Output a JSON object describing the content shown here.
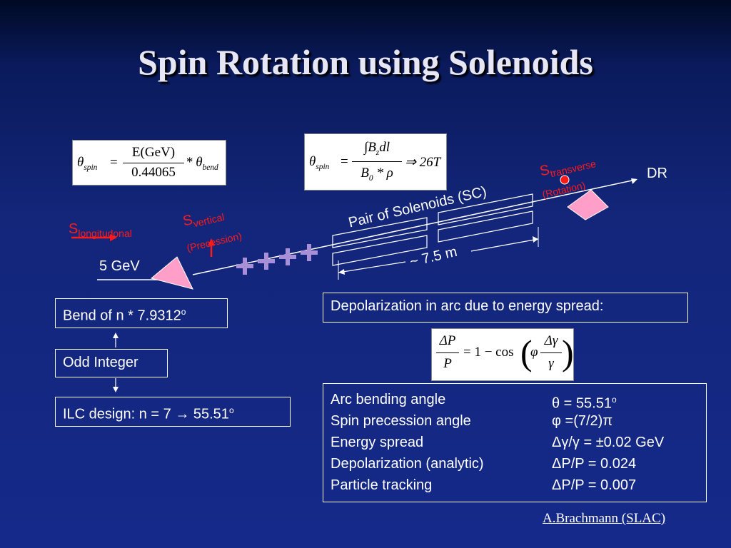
{
  "title": "Spin Rotation using Solenoids",
  "formula1": {
    "lhs": "θ",
    "lhs_sub": "spin",
    "num": "E(GeV)",
    "den": "0.44065",
    "op": "* θ",
    "op_sub": "bend"
  },
  "formula2": {
    "lhs": "θ",
    "lhs_sub": "spin",
    "num": "∫B",
    "num_sub": "z",
    "num_tail": "dl",
    "den": "B",
    "den_sub": "0",
    "den_tail": " * ρ",
    "result": "⇒ 26T"
  },
  "formula3": {
    "num": "ΔP",
    "den": "P",
    "mid": "= 1 − cos",
    "inner_lhs": "φ",
    "inner_num": "Δγ",
    "inner_den": "γ"
  },
  "diagram": {
    "s_longitudinal": "S",
    "s_longitudinal_sub": "longitudonal",
    "energy": "5 GeV",
    "s_vertical": "S",
    "s_vertical_sub": "vertical",
    "precession": "(Precession)",
    "s_transverse": "S",
    "s_transverse_sub": "transverse",
    "rotation": "(Rotation)",
    "dr": "DR",
    "solenoids": "Pair of Solenoids (SC)",
    "length": "~ 7.5 m"
  },
  "flow": {
    "bend": "Bend of n * 7.9312",
    "bend_sup": "o",
    "odd": "Odd Integer",
    "ilc": "ILC design: n = 7 → 55.51",
    "ilc_sup": "o"
  },
  "depol_heading": "Depolarization in arc due to energy spread:",
  "table": {
    "rows": [
      {
        "label": "Arc bending angle",
        "value": "θ = 55.51",
        "sup": "o"
      },
      {
        "label": "Spin precession angle",
        "value": "φ =(7/2)π",
        "sup": ""
      },
      {
        "label": "Energy spread",
        "value": "Δγ/γ = ±0.02 GeV",
        "sup": ""
      },
      {
        "label": "Depolarization (analytic)",
        "value": "ΔP/P = 0.024",
        "sup": ""
      },
      {
        "label": "Particle tracking",
        "value": "ΔP/P = 0.007",
        "sup": ""
      }
    ]
  },
  "footer": "A.Brachmann (SLAC)",
  "colors": {
    "accent_red": "#ff1a1a",
    "triangle": "#ff9ec8",
    "cross": "#a98ed8",
    "bg": "#14298a"
  }
}
